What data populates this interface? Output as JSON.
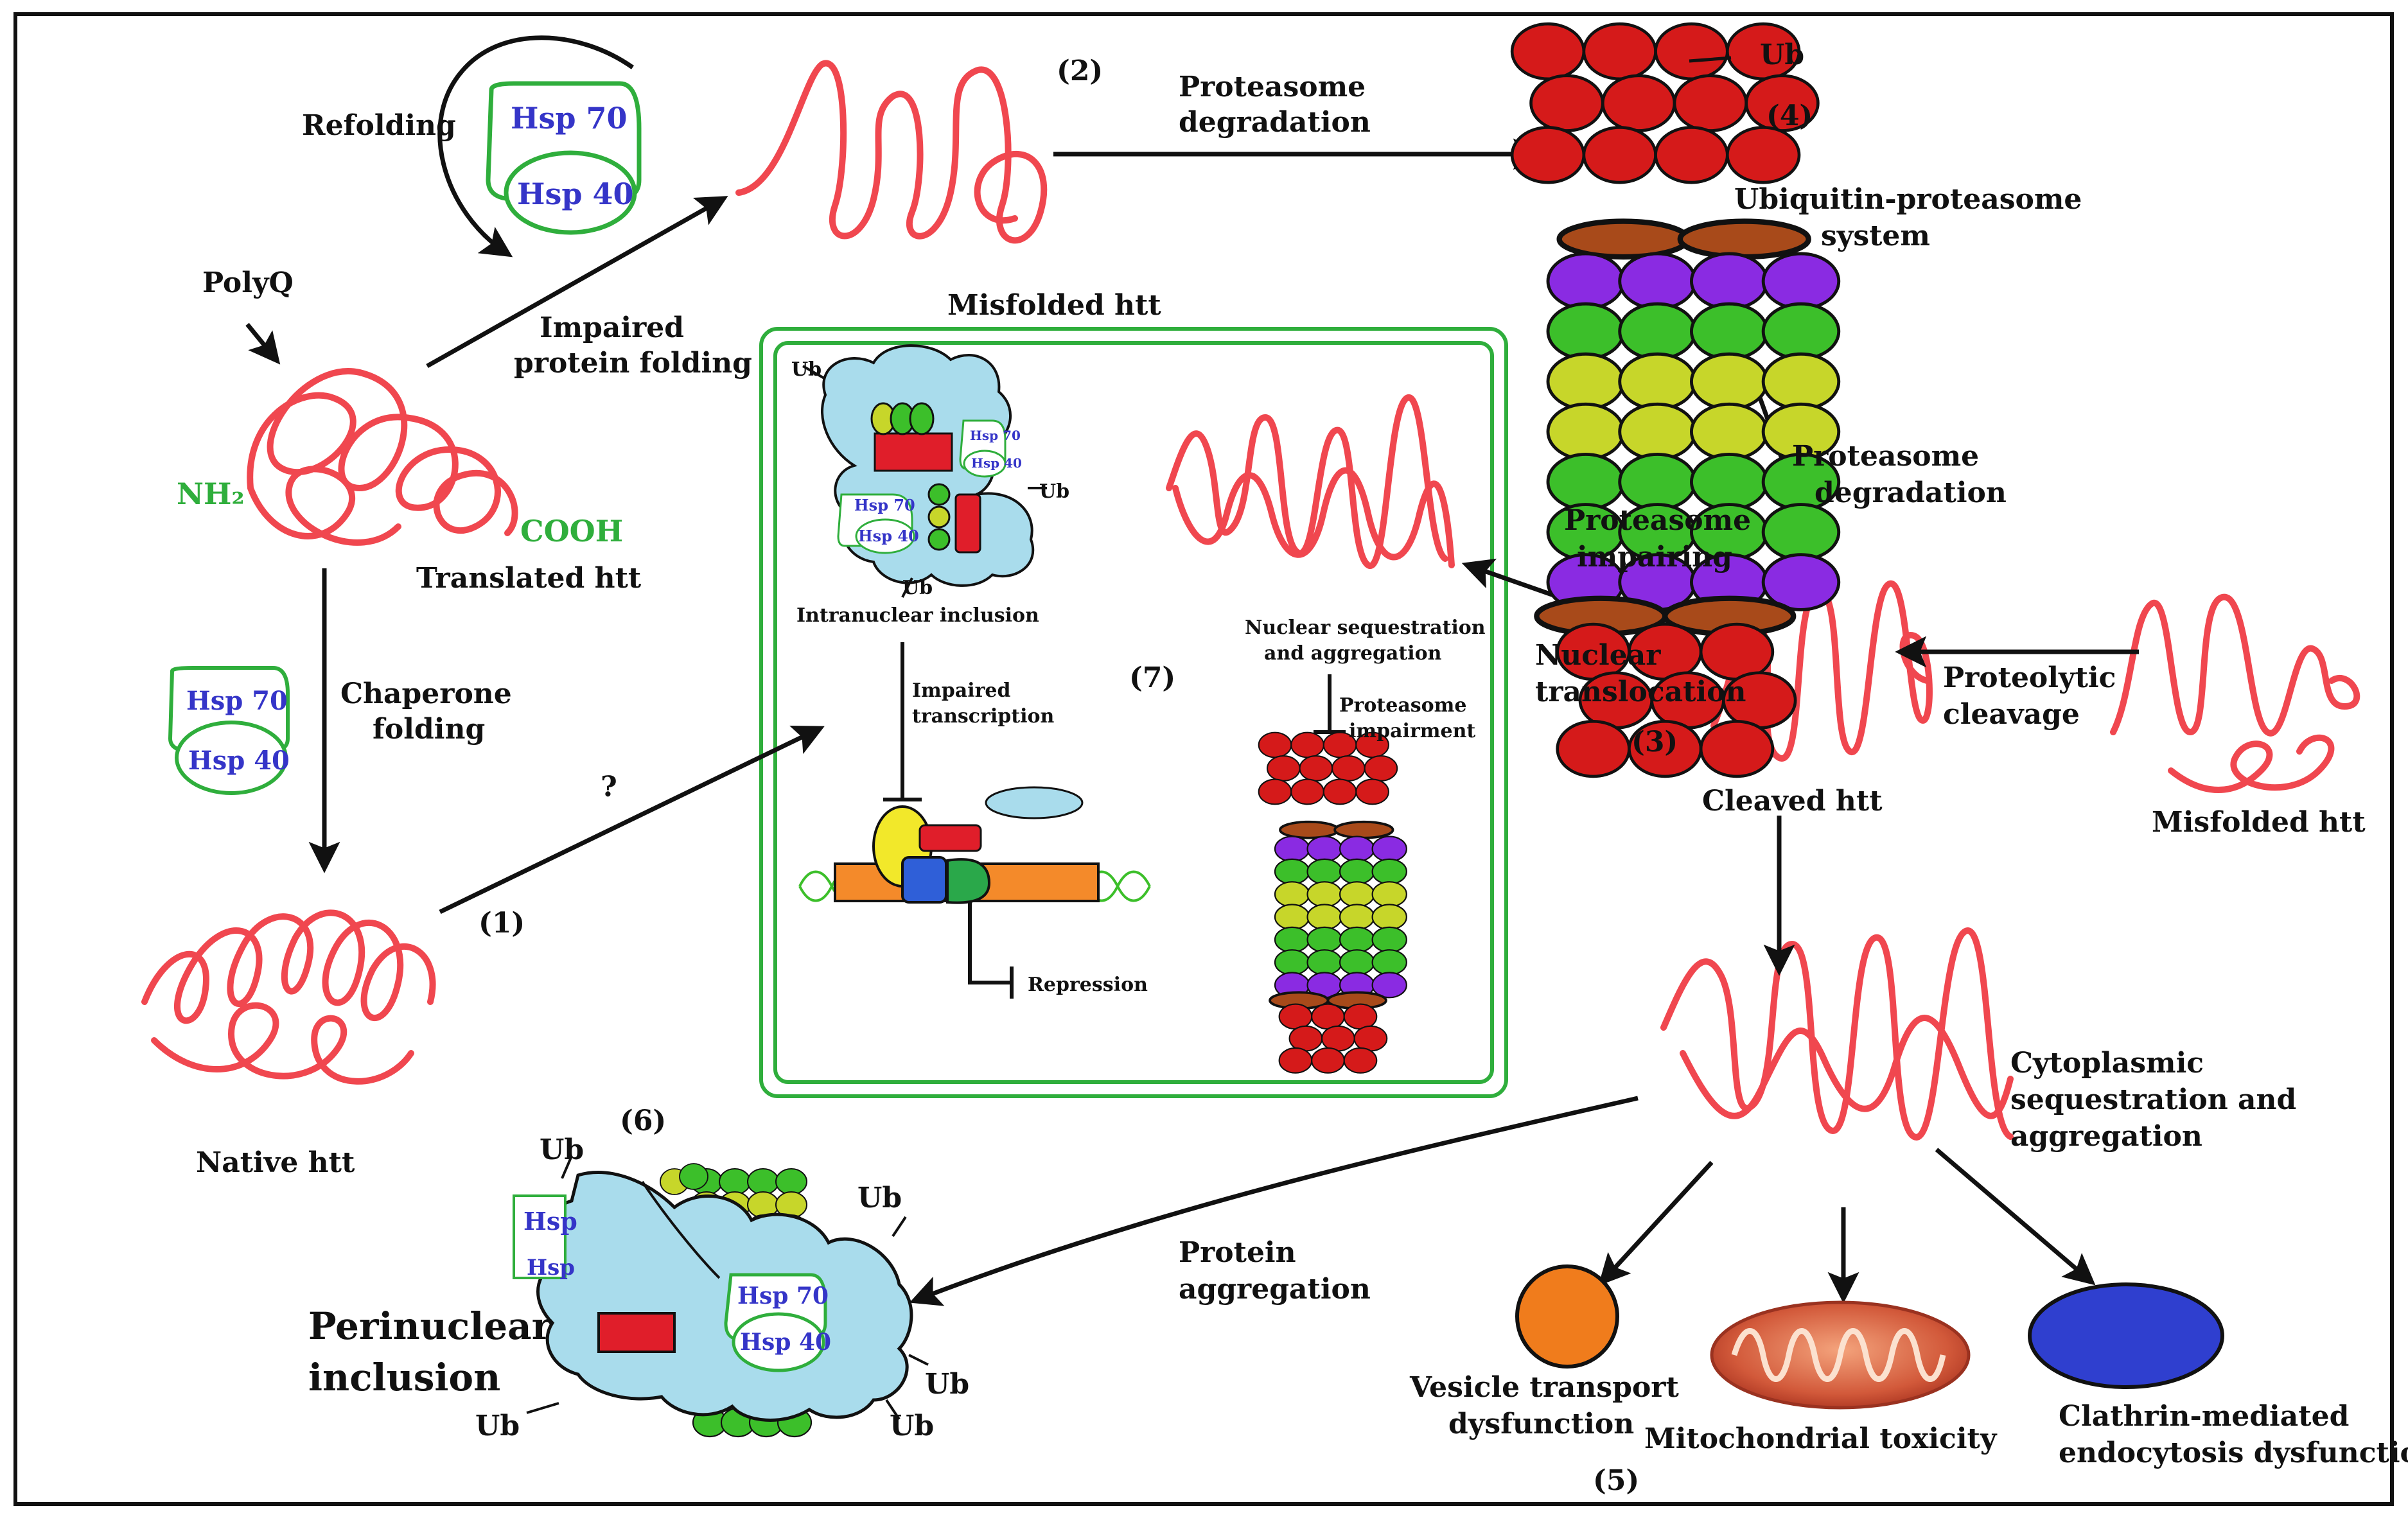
{
  "labels": {
    "refolding": "Refolding",
    "polyq": "PolyQ",
    "nh2": "NH₂",
    "cooh": "COOH",
    "translated_htt": "Translated htt",
    "impaired_folding_1": "Impaired",
    "impaired_folding_2": "protein folding",
    "chaperone_folding_1": "Chaperone",
    "chaperone_folding_2": "folding",
    "question": "?",
    "native_htt": "Native htt",
    "step1": "(1)",
    "step2": "(2)",
    "misfolded_htt_top": "Misfolded htt",
    "proteasome_degradation_top_1": "Proteasome",
    "proteasome_degradation_top_2": "degradation",
    "ub_top": "Ub",
    "step4": "(4)",
    "ups_1": "Ubiquitin-proteasome",
    "ups_2": "system",
    "proteasome_impairing_1": "Proteasome",
    "proteasome_impairing_2": "impairing",
    "proteasome_degradation_right_1": "Proteasome",
    "proteasome_degradation_right_2": "degradation",
    "nuclear_translocation_1": "Nuclear",
    "nuclear_translocation_2": "translocation",
    "step3": "(3)",
    "cleaved_htt": "Cleaved htt",
    "proteolytic_cleavage_1": "Proteolytic",
    "proteolytic_cleavage_2": "cleavage",
    "misfolded_htt_right": "Misfolded htt",
    "cytoplasmic_1": "Cytoplasmic",
    "cytoplasmic_2": "sequestration and",
    "cytoplasmic_3": "aggregation",
    "protein_aggregation_1": "Protein",
    "protein_aggregation_2": "aggregation",
    "vesicle_1": "Vesicle transport",
    "vesicle_2": "dysfunction",
    "mito": "Mitochondrial toxicity",
    "clathrin_1": "Clathrin-mediated",
    "clathrin_2": "endocytosis dysfunction",
    "step5": "(5)",
    "step6": "(6)",
    "perinuclear_1": "Perinuclear",
    "perinuclear_2": "inclusion",
    "ub": "Ub",
    "hsp70": "Hsp 70",
    "hsp40": "Hsp 40",
    "hsp_cut_1": "Hsp",
    "hsp_cut_2": "Hsp",
    "hsp_small_70": "Hsp 70",
    "hsp_small_40": "Hsp 40",
    "intranuclear_inclusion": "Intranuclear inclusion",
    "impaired_transcription_1": "Impaired",
    "impaired_transcription_2": "transcription",
    "step7": "(7)",
    "nuclear_seq_1": "Nuclear sequestration",
    "nuclear_seq_2": "and aggregation",
    "proteasome_impairment_1": "Proteasome",
    "proteasome_impairment_2": "impairment",
    "repression": "Repression"
  },
  "colors": {
    "htt_red": "#f0474f",
    "hsp_green": "#2fae3c",
    "hsp_blue": "#3535c8",
    "inclusion_blue": "#a9dcec",
    "frame_green": "#2fae3c",
    "proteasome_red": "#d51a1a",
    "proteasome_brown": "#a84a1a",
    "proteasome_purple": "#8a2be2",
    "proteasome_green": "#3cbf2a",
    "proteasome_yellow": "#c7d62a",
    "vesicle_orange": "#f07c1c",
    "clathrin_blue": "#2f3fcf",
    "dna_orange": "#f48a2a",
    "tf_yellow": "#f2e82a",
    "tf_blue": "#2f5fd8",
    "tf_green": "#2aa84a",
    "tf_red": "#e01e2a"
  },
  "icons": [
    "hsp70-hsp40-chaperone-icon",
    "proteasome-icon",
    "mitochondrion-icon",
    "dna-icon",
    "inclusion-body-icon"
  ]
}
